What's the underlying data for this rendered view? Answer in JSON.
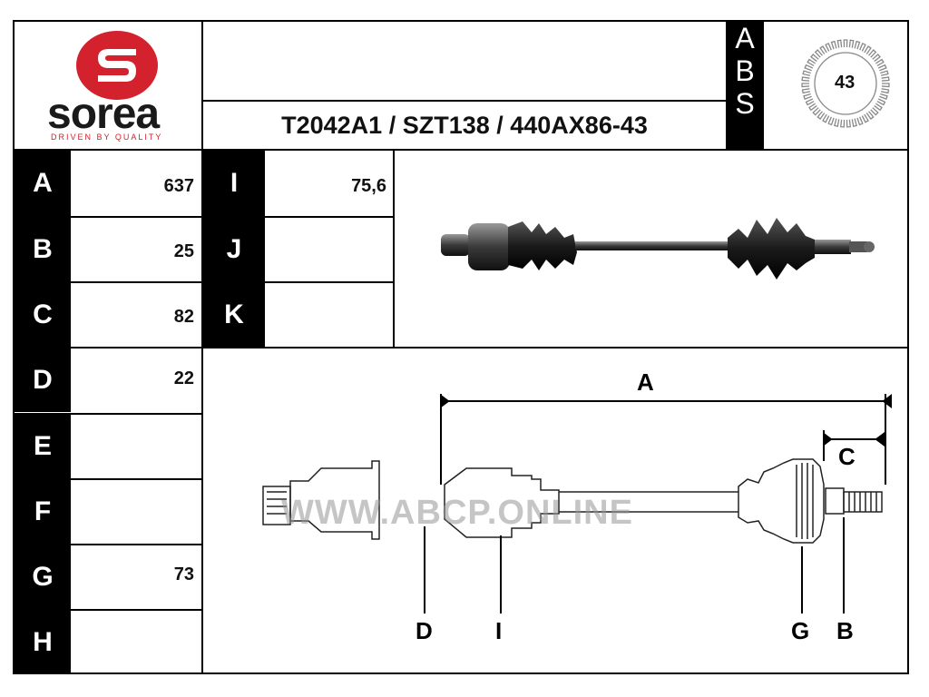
{
  "brand": {
    "name": "sorea",
    "tagline": "DRIVEN BY QUALITY",
    "color": "#d3212d"
  },
  "header": {
    "part_numbers": "T2042A1 / SZT138 / 440AX86-43"
  },
  "abs": {
    "letters": [
      "A",
      "B",
      "S"
    ],
    "teeth": "43"
  },
  "specs_left": [
    {
      "label": "A",
      "value": "637"
    },
    {
      "label": "B",
      "value": "25"
    },
    {
      "label": "C",
      "value": "82"
    },
    {
      "label": "D",
      "value": "22"
    },
    {
      "label": "E",
      "value": ""
    },
    {
      "label": "F",
      "value": ""
    },
    {
      "label": "G",
      "value": "73"
    },
    {
      "label": "H",
      "value": ""
    }
  ],
  "specs_right": [
    {
      "label": "I",
      "value": "75,6"
    },
    {
      "label": "J",
      "value": ""
    },
    {
      "label": "K",
      "value": ""
    }
  ],
  "diagram": {
    "dim_labels": {
      "A": "A",
      "C": "C",
      "D": "D",
      "I": "I",
      "G": "G",
      "B": "B"
    },
    "watermark": "WWW.ABCP.ONLINE"
  }
}
